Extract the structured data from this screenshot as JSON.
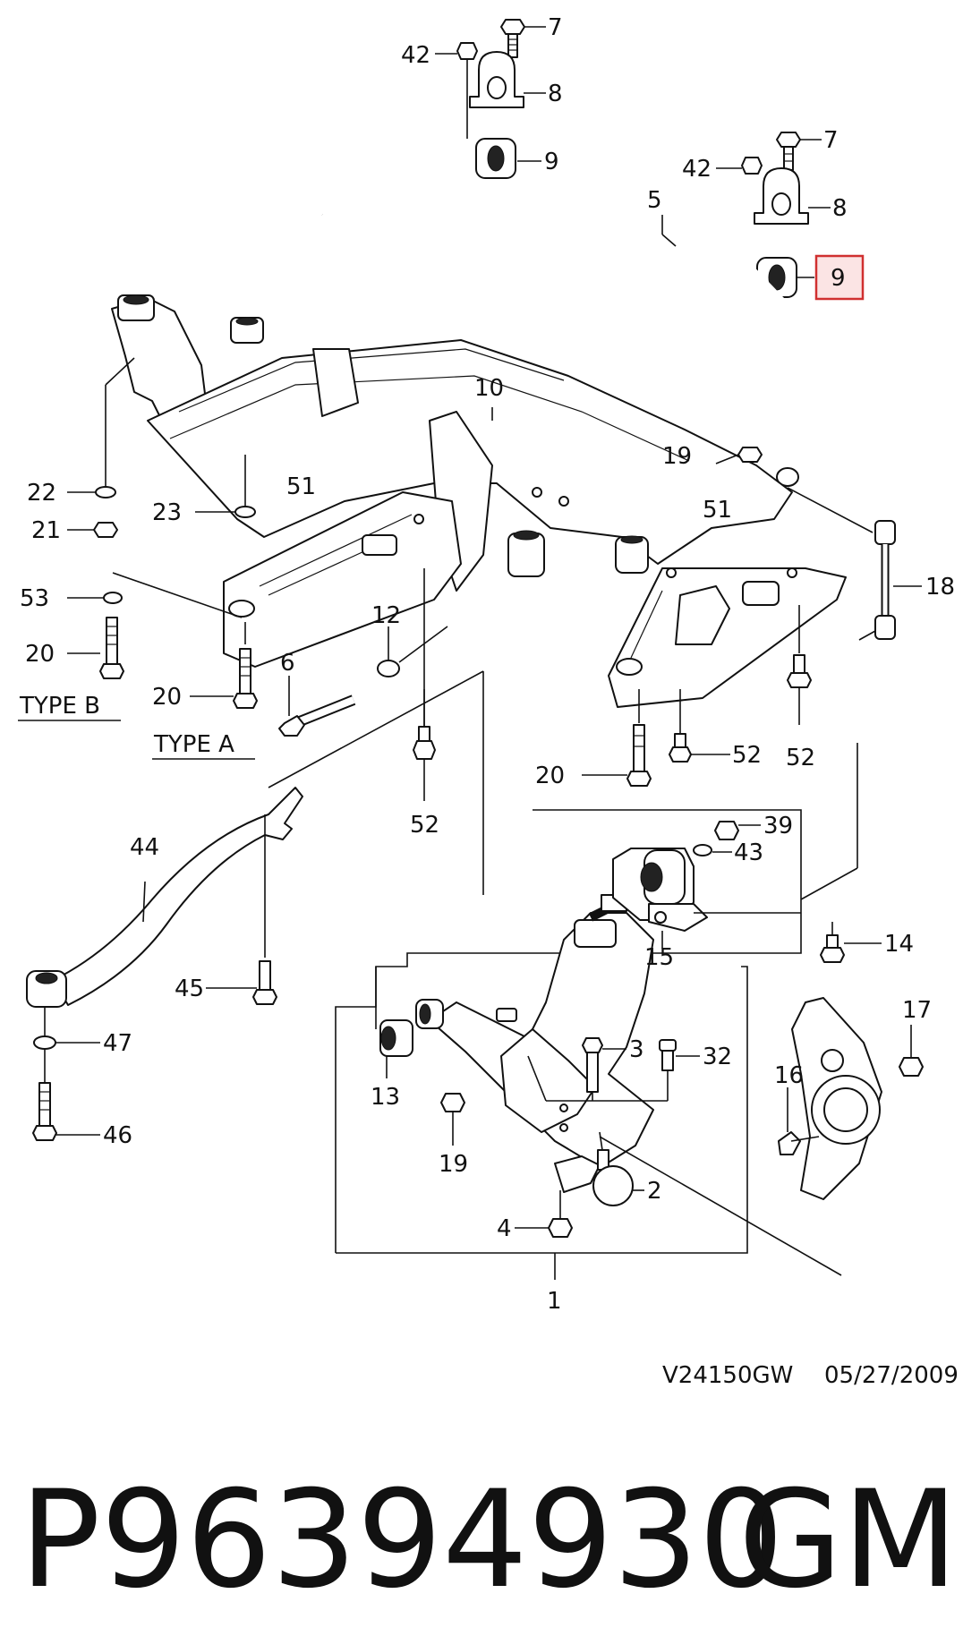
{
  "diagram_code": "V24150GW",
  "diagram_date": "05/27/2009",
  "part_number": "P96394930",
  "brand": "GM",
  "highlight_color": "#d03030",
  "highlight_fill": "#fbe4e4",
  "type_labels": {
    "type_a": "TYPE A",
    "type_b": "TYPE B"
  },
  "callouts": [
    {
      "id": "c7a",
      "num": "7"
    },
    {
      "id": "c42a",
      "num": "42"
    },
    {
      "id": "c8a",
      "num": "8"
    },
    {
      "id": "c9a",
      "num": "9"
    },
    {
      "id": "c7b",
      "num": "7"
    },
    {
      "id": "c42b",
      "num": "42"
    },
    {
      "id": "c8b",
      "num": "8"
    },
    {
      "id": "c9b",
      "num": "9",
      "highlighted": true
    },
    {
      "id": "c5",
      "num": "5"
    },
    {
      "id": "c10",
      "num": "10"
    },
    {
      "id": "c19a",
      "num": "19"
    },
    {
      "id": "c22",
      "num": "22"
    },
    {
      "id": "c21",
      "num": "21"
    },
    {
      "id": "c23",
      "num": "23"
    },
    {
      "id": "c51a",
      "num": "51"
    },
    {
      "id": "c51b",
      "num": "51"
    },
    {
      "id": "c18",
      "num": "18"
    },
    {
      "id": "c53",
      "num": "53"
    },
    {
      "id": "c20a",
      "num": "20"
    },
    {
      "id": "c12",
      "num": "12"
    },
    {
      "id": "c6",
      "num": "6"
    },
    {
      "id": "c20b",
      "num": "20"
    },
    {
      "id": "c52a",
      "num": "52"
    },
    {
      "id": "c52b",
      "num": "52"
    },
    {
      "id": "c20c",
      "num": "20"
    },
    {
      "id": "c52c",
      "num": "52"
    },
    {
      "id": "c44",
      "num": "44"
    },
    {
      "id": "c39",
      "num": "39"
    },
    {
      "id": "c43",
      "num": "43"
    },
    {
      "id": "c14",
      "num": "14"
    },
    {
      "id": "c15",
      "num": "15"
    },
    {
      "id": "c45",
      "num": "45"
    },
    {
      "id": "c17",
      "num": "17"
    },
    {
      "id": "c47",
      "num": "47"
    },
    {
      "id": "c3",
      "num": "3"
    },
    {
      "id": "c32",
      "num": "32"
    },
    {
      "id": "c16",
      "num": "16"
    },
    {
      "id": "c13",
      "num": "13"
    },
    {
      "id": "c46",
      "num": "46"
    },
    {
      "id": "c19b",
      "num": "19"
    },
    {
      "id": "c2",
      "num": "2"
    },
    {
      "id": "c4",
      "num": "4"
    },
    {
      "id": "c1",
      "num": "1"
    }
  ]
}
